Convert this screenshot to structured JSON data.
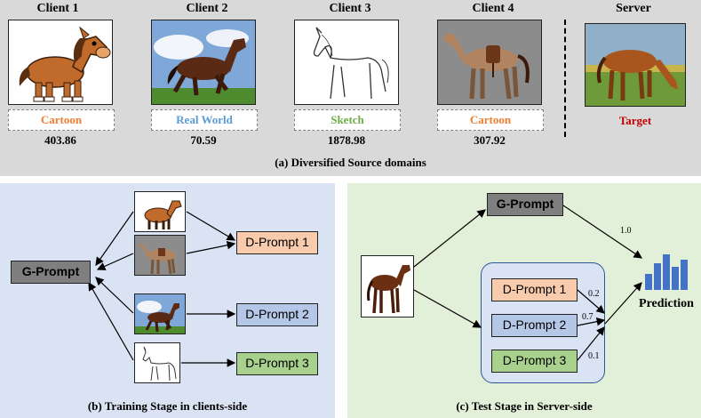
{
  "panel_a": {
    "clients": [
      {
        "title": "Client 1",
        "domain": "Cartoon",
        "domain_color": "#ed7d31",
        "value": "403.86"
      },
      {
        "title": "Client 2",
        "domain": "Real World",
        "domain_color": "#5b9bd5",
        "value": "70.59"
      },
      {
        "title": "Client 3",
        "domain": "Sketch",
        "domain_color": "#70ad47",
        "value": "1878.98"
      },
      {
        "title": "Client 4",
        "domain": "Cartoon",
        "domain_color": "#ed7d31",
        "value": "307.92"
      }
    ],
    "server": {
      "title": "Server",
      "label": "Target",
      "label_color": "#c00000"
    },
    "caption": "(a) Diversified Source domains"
  },
  "panel_b": {
    "g_prompt": "G-Prompt",
    "d_prompts": [
      "D-Prompt 1",
      "D-Prompt 2",
      "D-Prompt 3"
    ],
    "caption": "(b) Training Stage in clients-side"
  },
  "panel_c": {
    "g_prompt": "G-Prompt",
    "d_prompts": [
      "D-Prompt 1",
      "D-Prompt 2",
      "D-Prompt 3"
    ],
    "weights": {
      "g": "1.0",
      "d1": "0.2",
      "d2": "0.7",
      "d3": "0.1"
    },
    "prediction_label": "Prediction",
    "caption": "(c) Test Stage in Server-side"
  },
  "icons": [
    "horse-cartoon-icon",
    "horse-photo-icon",
    "horse-sketch-icon",
    "horse-saddle-icon",
    "horse-painting-icon",
    "bar-chart-icon"
  ],
  "colors": {
    "orange": "#ed7d31",
    "blue": "#5b9bd5",
    "green": "#70ad47",
    "red": "#c00000"
  }
}
